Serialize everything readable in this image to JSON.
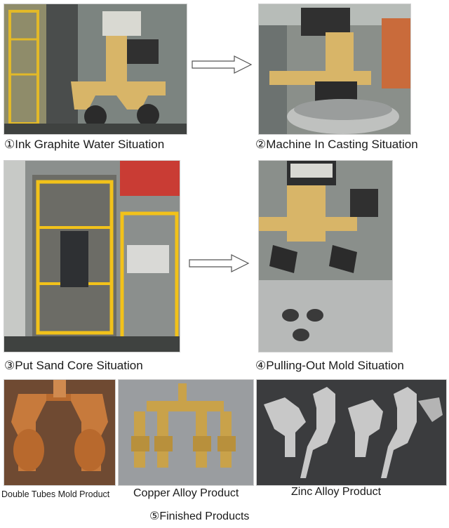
{
  "steps": [
    {
      "num": "①",
      "label": "Ink Graphite Water Situation"
    },
    {
      "num": "②",
      "label": "Machine In Casting Situation"
    },
    {
      "num": "③",
      "label": "Put Sand Core Situation"
    },
    {
      "num": "④",
      "label": "Pulling-Out Mold Situation"
    }
  ],
  "products": [
    {
      "label": "Double Tubes Mold Product"
    },
    {
      "label": "Copper Alloy Product"
    },
    {
      "label": "Zinc Alloy Product"
    }
  ],
  "finished": {
    "num": "⑤",
    "label": "Finished Products"
  },
  "colors": {
    "machine_yellow": "#d8b568",
    "guard_yellow": "#f2c21a",
    "copper": "#b8692d",
    "brass": "#c9a24a",
    "zinc": "#c8c8c8"
  }
}
